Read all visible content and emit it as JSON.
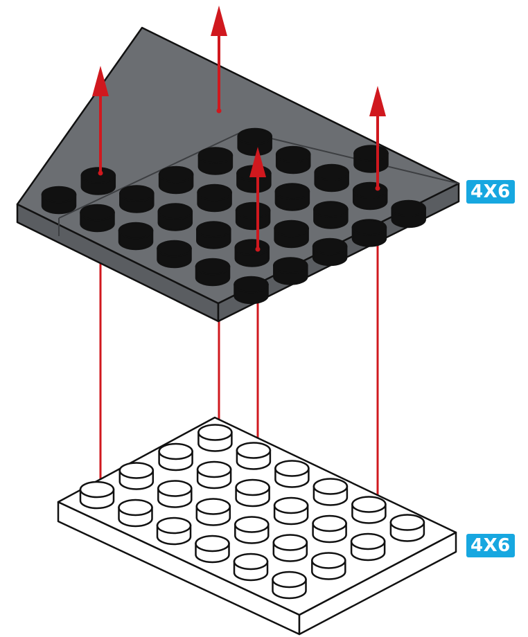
{
  "parts": [
    {
      "id": "top",
      "label": "4X6",
      "name": "plate-4x6-dark"
    },
    {
      "id": "bottom",
      "label": "4X6",
      "name": "plate-4x6-white"
    }
  ],
  "colors": {
    "dark_plate": "#6b6e72",
    "dark_plate_side": "#5a5d61",
    "white_plate": "#ffffff",
    "stud_dark": "#111111",
    "stud_white": "#ffffff",
    "outline": "#111111",
    "arrow": "#d0181e",
    "label_bg": "#17a7e0"
  },
  "icons": {
    "arrow": "red-up-arrow"
  }
}
